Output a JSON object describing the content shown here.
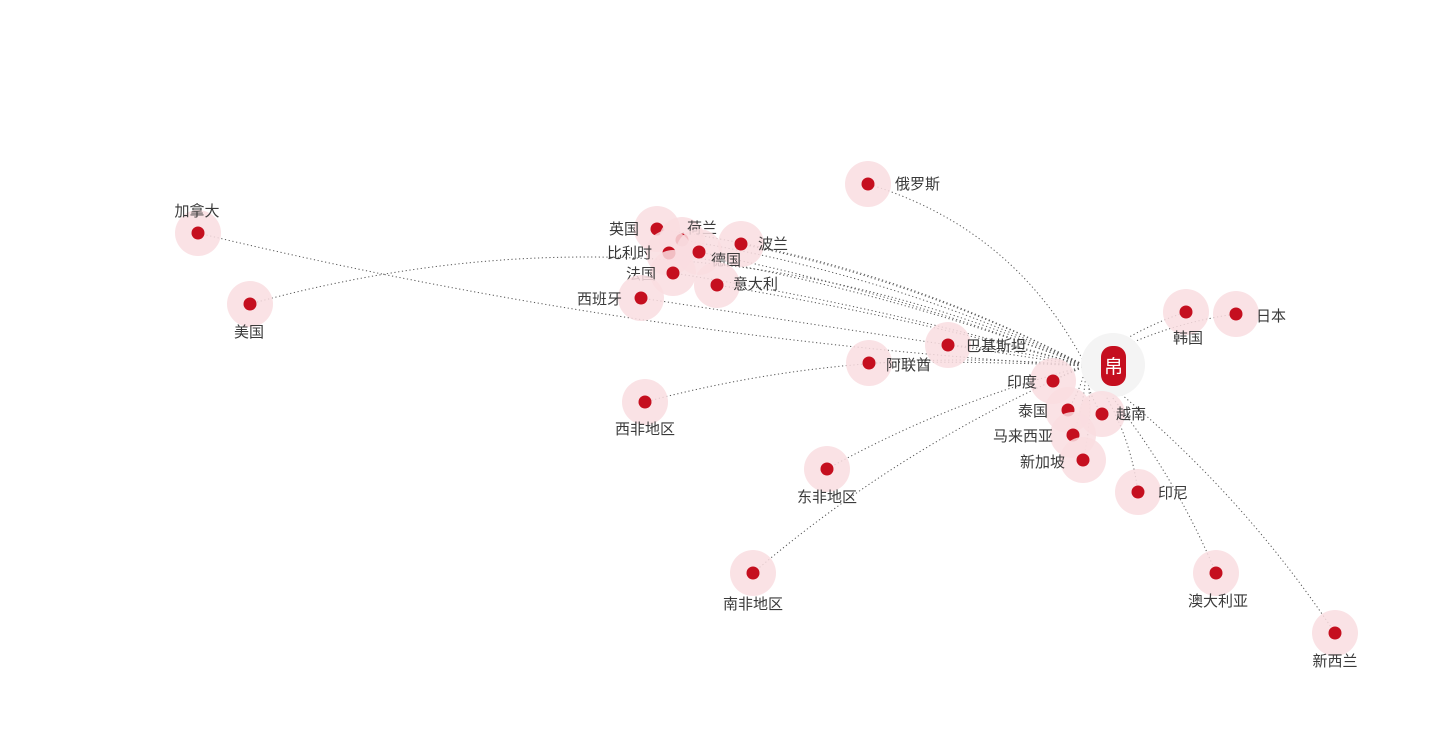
{
  "map": {
    "colors": {
      "node": "#c50f1f",
      "halo": "#f9dde0",
      "route": "#555555",
      "label": "#3a3a3a"
    },
    "hub": {
      "icon": "seal-logo-icon",
      "seal_text": "帛"
    },
    "nodes": [
      {
        "id": "canada",
        "label": "加拿大"
      },
      {
        "id": "usa",
        "label": "美国"
      },
      {
        "id": "uk",
        "label": "英国"
      },
      {
        "id": "netherlands",
        "label": "荷兰"
      },
      {
        "id": "poland",
        "label": "波兰"
      },
      {
        "id": "belgium",
        "label": "比利时"
      },
      {
        "id": "germany",
        "label": "德国"
      },
      {
        "id": "france",
        "label": "法国"
      },
      {
        "id": "italy",
        "label": "意大利"
      },
      {
        "id": "spain",
        "label": "西班牙"
      },
      {
        "id": "russia",
        "label": "俄罗斯"
      },
      {
        "id": "pakistan",
        "label": "巴基斯坦"
      },
      {
        "id": "uae",
        "label": "阿联酋"
      },
      {
        "id": "india",
        "label": "印度"
      },
      {
        "id": "thailand",
        "label": "泰国"
      },
      {
        "id": "vietnam",
        "label": "越南"
      },
      {
        "id": "malaysia",
        "label": "马来西亚"
      },
      {
        "id": "singapore",
        "label": "新加坡"
      },
      {
        "id": "indonesia",
        "label": "印尼"
      },
      {
        "id": "korea",
        "label": "韩国"
      },
      {
        "id": "japan",
        "label": "日本"
      },
      {
        "id": "west-africa",
        "label": "西非地区"
      },
      {
        "id": "east-africa",
        "label": "东非地区"
      },
      {
        "id": "south-africa",
        "label": "南非地区"
      },
      {
        "id": "australia",
        "label": "澳大利亚"
      },
      {
        "id": "new-zealand",
        "label": "新西兰"
      }
    ]
  }
}
